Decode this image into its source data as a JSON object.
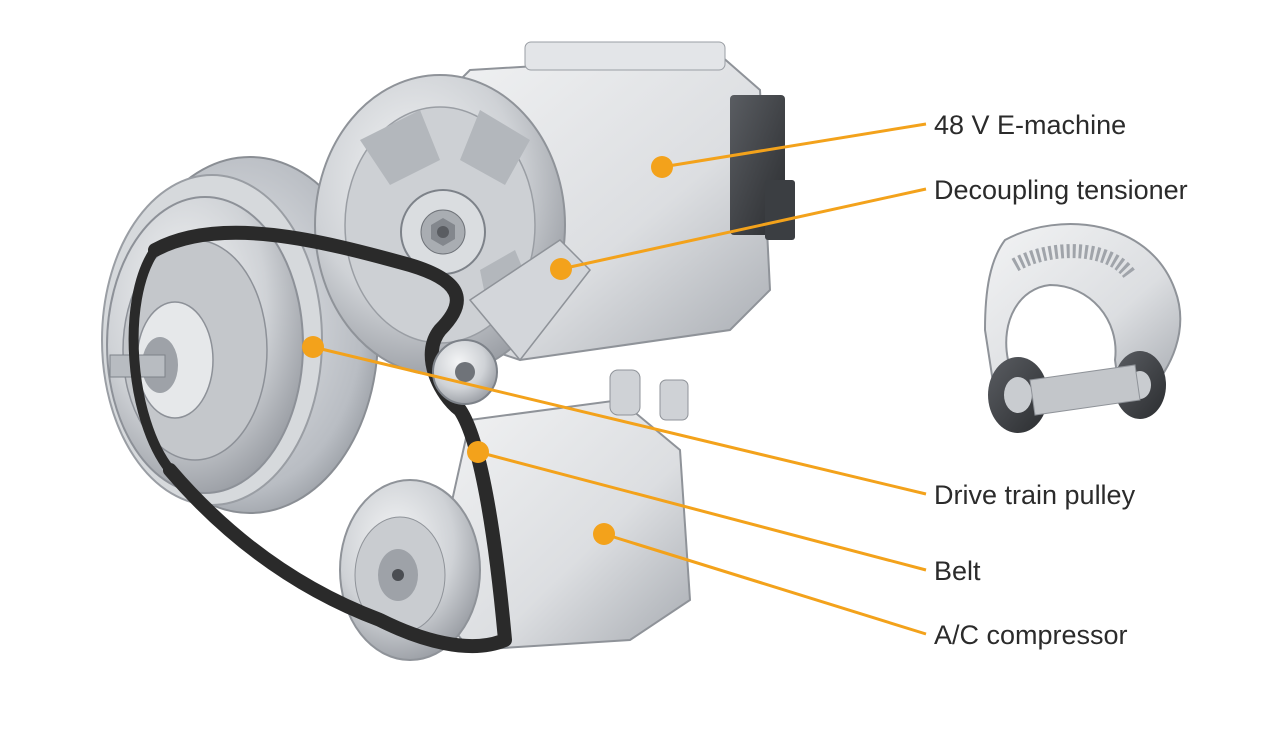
{
  "callouts": {
    "e_machine": "48 V E-machine",
    "decoupling_tensioner": "Decoupling tensioner",
    "drive_train_pulley": "Drive train pulley",
    "belt": "Belt",
    "ac_compressor": "A/C compressor"
  },
  "colors": {
    "leader": "#f3a21b",
    "text": "#2b2b2b",
    "metal": "#c9ccd0",
    "belt": "#2a2a2a"
  }
}
